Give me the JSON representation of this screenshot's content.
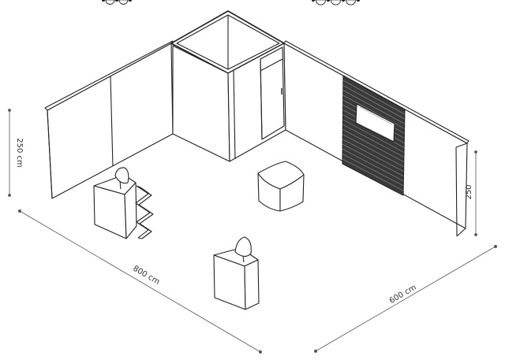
{
  "dimensions": {
    "length": "800 cm",
    "width": "600 cm",
    "height_left": "250 cm",
    "height_right": "250"
  },
  "colors": {
    "line": "#222222",
    "wall_fill": "#ffffff",
    "slat_fill": "#444444",
    "dim_line": "#555555"
  }
}
